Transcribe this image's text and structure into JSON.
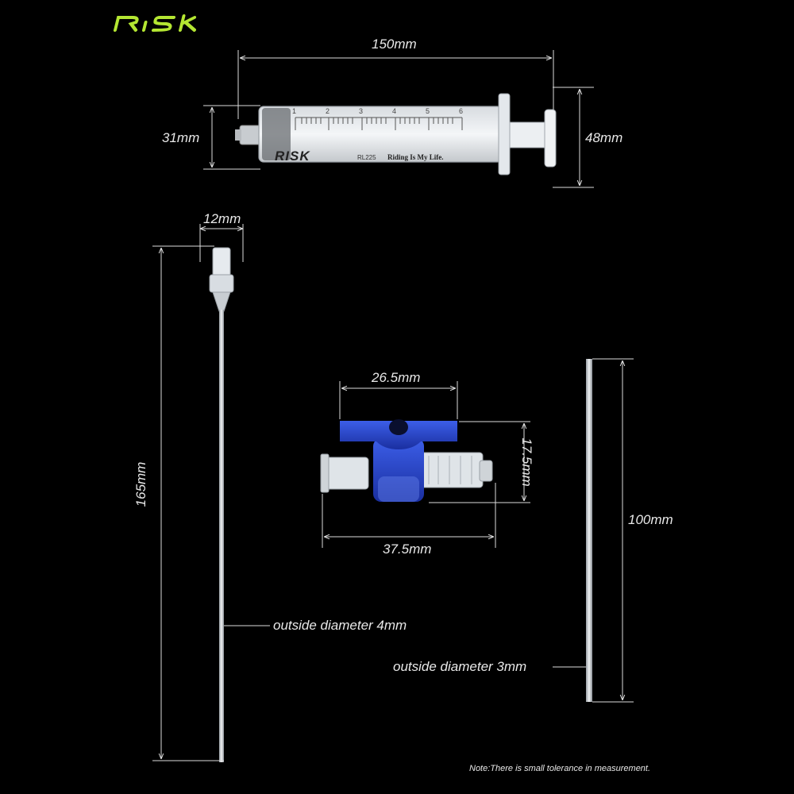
{
  "brand": {
    "logo_text": "RISK",
    "logo_color": "#b4e632"
  },
  "syringe": {
    "brand_print": "RISK",
    "model_print": "RL225",
    "slogan_print": "Riding Is My Life.",
    "scale_marks": [
      "1",
      "2",
      "3",
      "4",
      "5",
      "6"
    ],
    "length_label": "150mm",
    "barrel_height_label": "31mm",
    "flange_height_label": "48mm"
  },
  "needle": {
    "hub_width_label": "12mm",
    "length_label": "165mm",
    "diameter_label": "outside diameter 4mm"
  },
  "valve": {
    "handle_width_label": "26.5mm",
    "height_label": "17.5mm",
    "body_length_label": "37.5mm",
    "handle_color": "#1f3fc4"
  },
  "tube": {
    "length_label": "100mm",
    "diameter_label": "outside diameter 3mm"
  },
  "note": "Note:There is small tolerance in measurement."
}
